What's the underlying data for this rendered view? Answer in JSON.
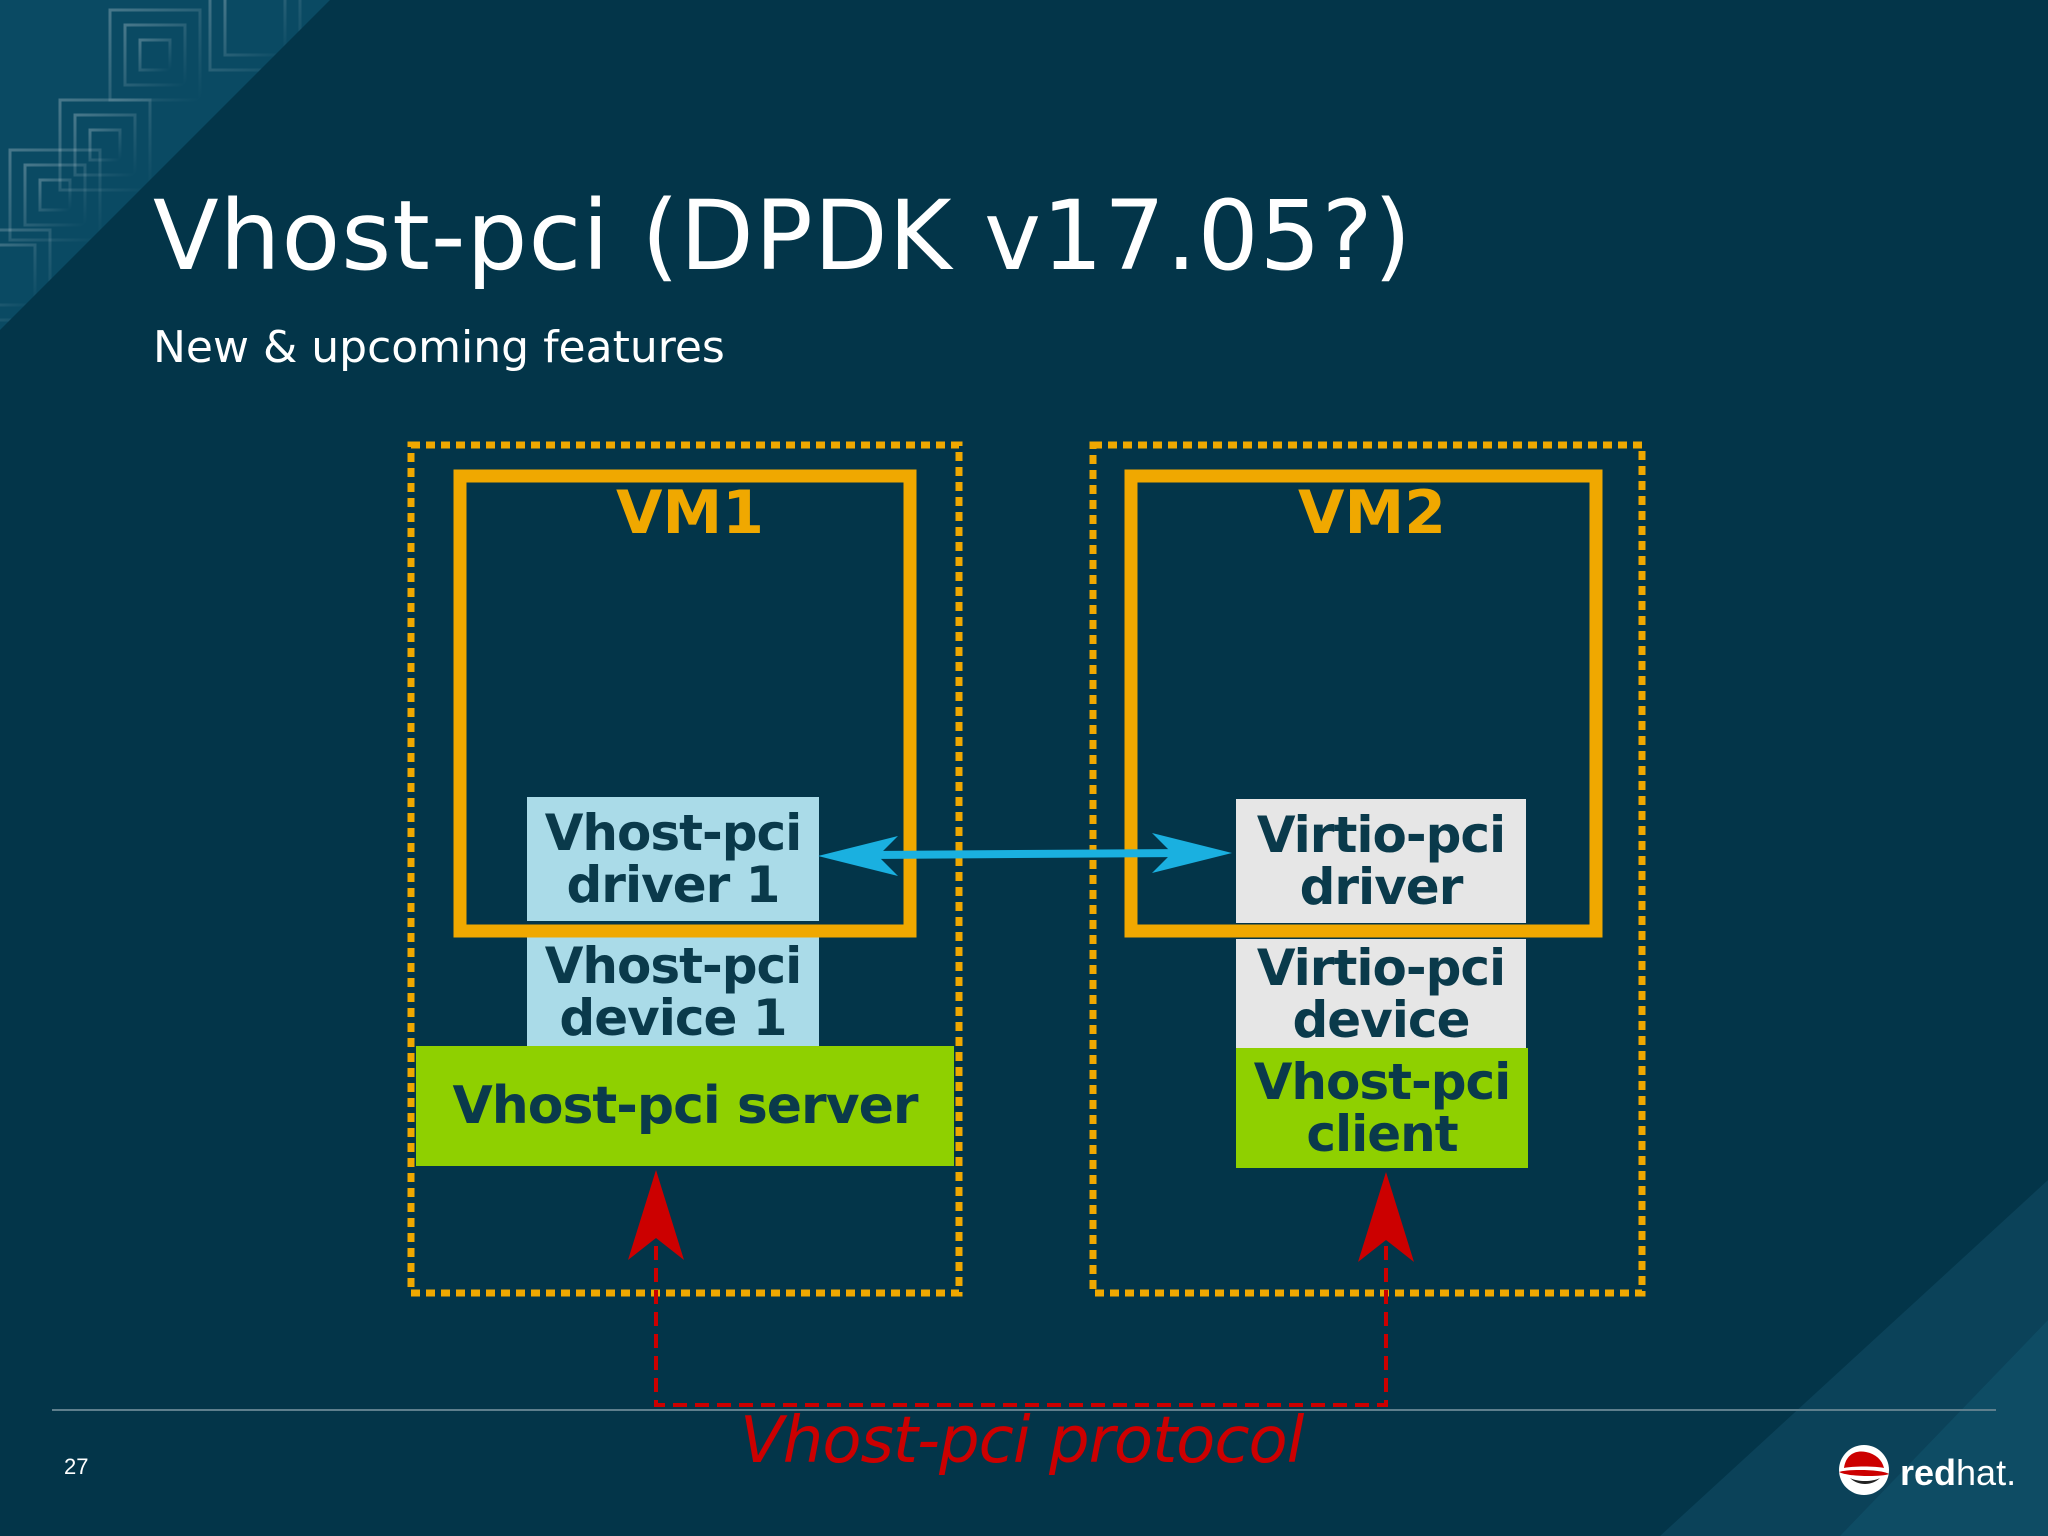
{
  "slide": {
    "title": "Vhost-pci (DPDK v17.05?)",
    "subtitle": "New & upcoming features",
    "page_number": "27"
  },
  "diagram": {
    "vm1": {
      "label": "VM1",
      "driver": "Vhost-pci\ndriver 1",
      "device": "Vhost-pci\ndevice 1",
      "server": "Vhost-pci server"
    },
    "vm2": {
      "label": "VM2",
      "driver": "Virtio-pci\ndriver",
      "device": "Virtio-pci\ndevice",
      "client": "Vhost-pci\nclient"
    },
    "protocol_label": "Vhost-pci protocol"
  },
  "logo": {
    "bold": "red",
    "light": "hat."
  },
  "colors": {
    "background": "#033549",
    "vm_border": "#f0a800",
    "vhost_pci_box": "#aadbe8",
    "virtio_box": "#e6e6e6",
    "green_box": "#8fd000",
    "arrow_blue": "#1ab0e0",
    "protocol_red": "#cc0000"
  }
}
